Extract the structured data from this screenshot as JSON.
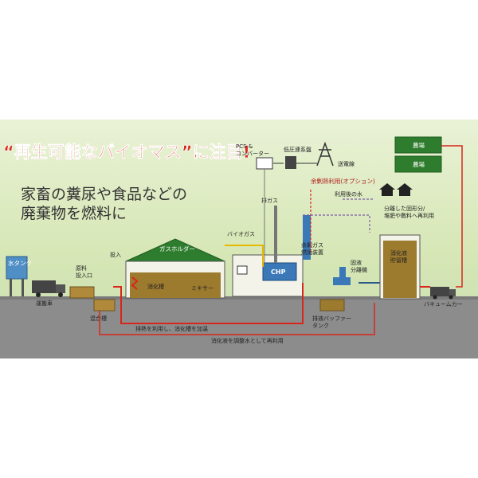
{
  "headline": "“再生可能なバイオマス”に注目!",
  "subtitle_line1": "家畜の糞尿や食品などの",
  "subtitle_line2": "廃棄物を燃料に",
  "labels": {
    "water_tank": "水タンク",
    "transport_truck": "運搬車",
    "raw_inlet": "原料\n投入口",
    "mixing_tank": "混合槽",
    "input": "投入",
    "gas_holder": "ガスホルダー",
    "digester": "消化槽",
    "mixer": "ミキサー",
    "biogas": "バイオガス",
    "exhaust_gas": "排ガス",
    "chp": "CHP",
    "pcs_converter": "PCS &\nコンバーター",
    "low_voltage_board": "低圧連系盤",
    "transmission_line": "送電線",
    "surplus_heat": "余剰熱利用(オプション)",
    "used_water": "利用後の水",
    "surplus_gas": "余剰ガス\n燃焼装置",
    "solid_liquid_separator": "固液\n分離機",
    "digestate_storage": "消化液\n貯留槽",
    "separated_solids": "分離した固形分/\n堆肥や敷料へ再利用",
    "farm1": "農場",
    "farm2": "農場",
    "vacuum_car": "バキュームカー",
    "buffer_tank": "排液バッファー\nタンク",
    "waste_heat": "排熱を利用し、消化槽を加温",
    "digestate_reuse": "消化液を調整水として再利用"
  },
  "colors": {
    "headline_red": "#d9261c",
    "background_top": "#d6e8b0",
    "ground": "#8c8c8c",
    "green_panel": "#2e7d2e",
    "tank_fill": "#9c7a2e",
    "pipe_red": "#d8261c",
    "pipe_yellow": "#e6b800"
  }
}
